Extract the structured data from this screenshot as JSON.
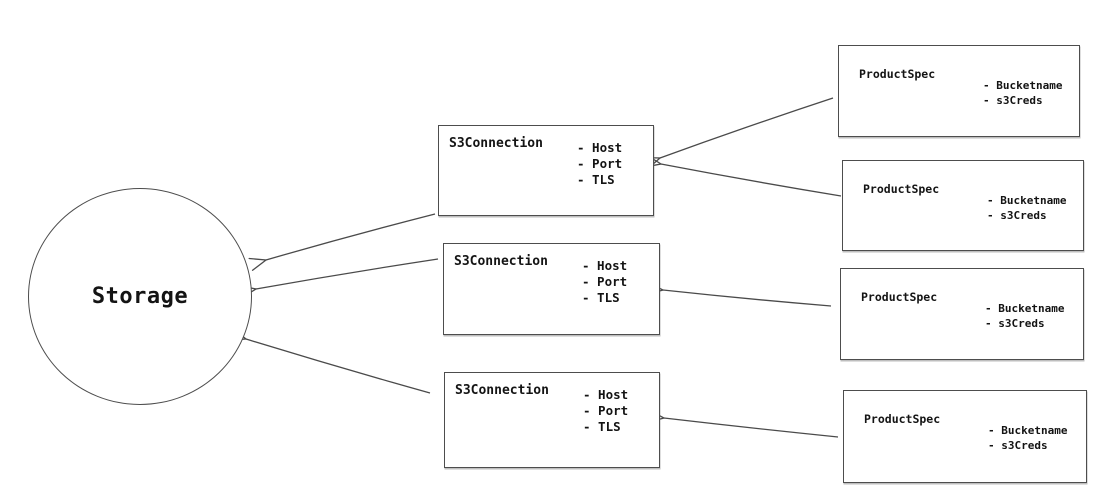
{
  "diagram": {
    "background_color": "#ffffff",
    "stroke_color": "#4a4a4a",
    "text_color": "#141414",
    "storage_node": {
      "label": "Storage",
      "shape": "circle"
    },
    "s3_connection_nodes": [
      {
        "title": "S3Connection",
        "attributes": [
          "- Host",
          "- Port",
          "- TLS"
        ]
      },
      {
        "title": "S3Connection",
        "attributes": [
          "- Host",
          "- Port",
          "- TLS"
        ]
      },
      {
        "title": "S3Connection",
        "attributes": [
          "- Host",
          "- Port",
          "- TLS"
        ]
      }
    ],
    "product_spec_nodes": [
      {
        "title": "ProductSpec",
        "attributes": [
          "- Bucketname",
          "- s3Creds"
        ]
      },
      {
        "title": "ProductSpec",
        "attributes": [
          "- Bucketname",
          "- s3Creds"
        ]
      },
      {
        "title": "ProductSpec",
        "attributes": [
          "- Bucketname",
          "- s3Creds"
        ]
      },
      {
        "title": "ProductSpec",
        "attributes": [
          "- Bucketname",
          "- s3Creds"
        ]
      }
    ],
    "edges": [
      {
        "from": "s3connection-1",
        "to": "storage"
      },
      {
        "from": "s3connection-2",
        "to": "storage"
      },
      {
        "from": "s3connection-3",
        "to": "storage"
      },
      {
        "from": "productspec-1",
        "to": "s3connection-1"
      },
      {
        "from": "productspec-2",
        "to": "s3connection-1"
      },
      {
        "from": "productspec-3",
        "to": "s3connection-2"
      },
      {
        "from": "productspec-4",
        "to": "s3connection-3"
      }
    ]
  }
}
